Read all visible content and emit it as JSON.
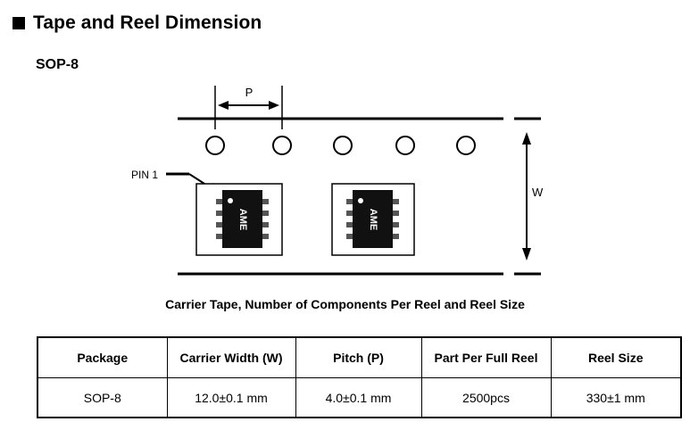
{
  "heading": {
    "title": "Tape and Reel Dimension",
    "icon": "black-square-icon"
  },
  "package_label": "SOP-8",
  "diagram": {
    "pitch_label": "P",
    "width_label": "W",
    "pin1_label": "PIN 1",
    "chip_marking": "AME",
    "sprocket_hole_count": 5,
    "component_count": 2
  },
  "caption": "Carrier Tape, Number of Components Per Reel and Reel Size",
  "table": {
    "headers": [
      "Package",
      "Carrier Width (W)",
      "Pitch (P)",
      "Part Per Full Reel",
      "Reel Size"
    ],
    "rows": [
      [
        "SOP-8",
        "12.0±0.1 mm",
        "4.0±0.1 mm",
        "2500pcs",
        "330±1 mm"
      ]
    ]
  }
}
